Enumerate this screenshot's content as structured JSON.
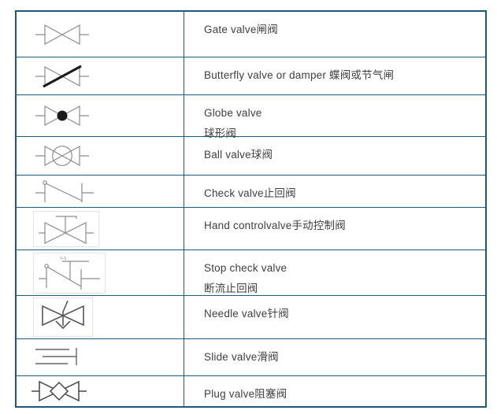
{
  "colors": {
    "table_border": "#1d5b7c",
    "text": "#3f3f3f",
    "symbol_gray": "#8c8c8c",
    "symbol_dark": "#1a1a1a",
    "image_box_border": "#e4e4e4",
    "background": "#ffffff"
  },
  "table": {
    "rows": [
      {
        "symbol": "gate-valve",
        "lines": [
          "Gate valve闸阀"
        ]
      },
      {
        "symbol": "butterfly-valve",
        "lines": [
          "Butterfly valve or damper 蝶阀或节气闸"
        ]
      },
      {
        "symbol": "globe-valve",
        "lines": [
          "Globe valve",
          "球形阀"
        ]
      },
      {
        "symbol": "ball-valve",
        "lines": [
          "Ball valve球阀"
        ]
      },
      {
        "symbol": "check-valve",
        "lines": [
          "Check valve止回阀"
        ]
      },
      {
        "symbol": "hand-control-valve",
        "lines": [
          "Hand controlvalve手动控制阀"
        ]
      },
      {
        "symbol": "stop-check-valve",
        "lines": [
          "Stop check valve",
          "断流止回阀"
        ],
        "tag": "V-5"
      },
      {
        "symbol": "needle-valve",
        "lines": [
          "Needle valve针阀"
        ]
      },
      {
        "symbol": "slide-valve",
        "lines": [
          "Slide valve滑阀"
        ]
      },
      {
        "symbol": "plug-valve",
        "lines": [
          "Plug valve阻塞阀"
        ]
      }
    ]
  }
}
